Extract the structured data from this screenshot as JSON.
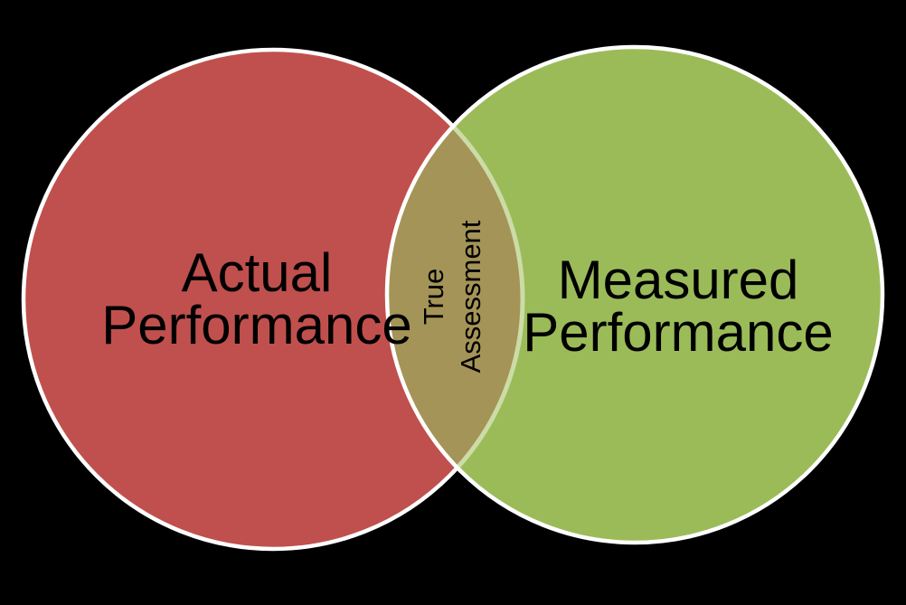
{
  "venn": {
    "type": "venn-diagram",
    "background_color": "#000000",
    "outline_color": "#FFFFFF",
    "text_color": "#000000",
    "sets": [
      {
        "id": "actual-performance",
        "label": "Actual\nPerformance",
        "fill": "#C0504D"
      },
      {
        "id": "measured-performance",
        "label": "Measured\nPerformance",
        "fill": "#9BBB59"
      }
    ],
    "intersection": {
      "id": "true-assessment",
      "label": "True\nAssessment",
      "fill": "#A59457",
      "occluded_outline_color": "#CBDCA6",
      "text_rotation_deg": -90
    }
  }
}
